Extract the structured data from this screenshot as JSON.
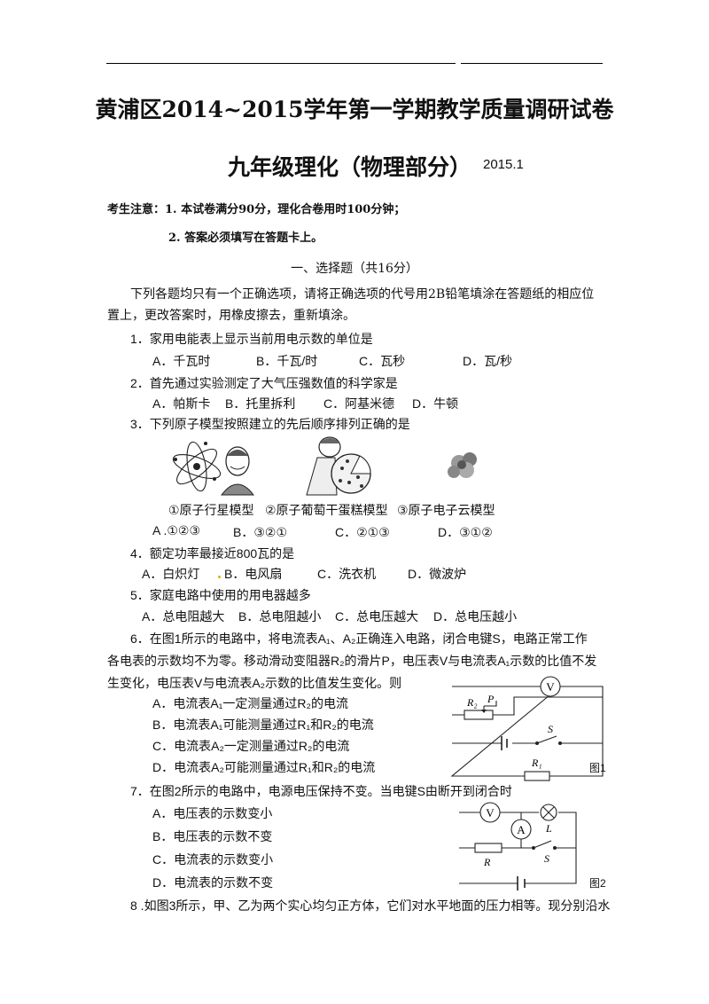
{
  "header": {
    "title": "黄浦区2014~2015学年第一学期教学质量调研试卷",
    "subtitle": "九年级理化（物理部分）",
    "date": "2015.1"
  },
  "notice": {
    "label": "考生注意：",
    "line1": "1. 本试卷满分90分，理化合卷用时100分钟；",
    "line2": "2. 答案必须填写在答题卡上。"
  },
  "section1": {
    "title": "一、选择题（共16分）",
    "intro1": "下列各题均只有一个正确选项，请将正确选项的代号用2B铅笔填涂在答题纸的相应位",
    "intro2": "置上，更改答案时，用橡皮擦去，重新填涂。"
  },
  "questions": [
    {
      "stem": "1．家用电能表上显示当前用电示数的单位是",
      "options": [
        "A．千瓦时",
        "B．千瓦/时",
        "C．瓦秒",
        "D．瓦/秒"
      ]
    },
    {
      "stem": "2．首先通过实验测定了大气压强数值的科学家是",
      "options": [
        "A．帕斯卡",
        "B．托里拆利",
        "C．阿基米德",
        "D．牛顿"
      ]
    },
    {
      "stem": "3．下列原子模型按照建立的先后顺序排列正确的是",
      "figure_labels": [
        "①原子行星模型",
        "②原子葡萄干蛋糕模型",
        "③原子电子云模型"
      ],
      "options": [
        "A .①②③",
        "B．③②①",
        "C．②①③",
        "D．③①②"
      ]
    },
    {
      "stem": "4．额定功率最接近800瓦的是",
      "options": [
        "A．白炽灯",
        "B．电风扇",
        "C．洗衣机",
        "D．微波炉"
      ]
    },
    {
      "stem": "5．家庭电路中使用的用电器越多",
      "options": [
        "A．总电阻越大",
        "B．总电阻越小",
        "C．总电压越大",
        "D．总电压越小"
      ]
    },
    {
      "stem_l1": "6．在图1所示的电路中，将电流表A₁、A₂正确连入电路，闭合电键S，电路正常工作",
      "stem_l2": "各电表的示数均不为零。移动滑动变阻器R₂的滑片P，电压表V与电流表A₁示数的比值不发",
      "stem_l3": "生变化，电压表V与电流表A₂示数的比值发生变化。则",
      "options": [
        "A．电流表A₁一定测量通过R₂的电流",
        "B．电流表A₁可能测量通过R₁和R₂的电流",
        "C．电流表A₂一定测量通过R₂的电流",
        "D．电流表A₂可能测量通过R₁和R₂的电流"
      ],
      "figure": {
        "caption": "图1",
        "labels": [
          "V",
          "R₂",
          "P",
          "S",
          "R₁"
        ]
      }
    },
    {
      "stem": "7．在图2所示的电路中，电源电压保持不变。当电键S由断开到闭合时",
      "options": [
        "A．电压表的示数变小",
        "B．电压表的示数不变",
        "C．电流表的示数变小",
        "D．电流表的示数不变"
      ],
      "figure": {
        "caption": "图2",
        "labels": [
          "V",
          "A",
          "L",
          "R",
          "S"
        ]
      }
    },
    {
      "stem": "8 .如图3所示，甲、乙为两个实心均匀正方体，它们对水平地面的压力相等。现分别沿水"
    }
  ]
}
